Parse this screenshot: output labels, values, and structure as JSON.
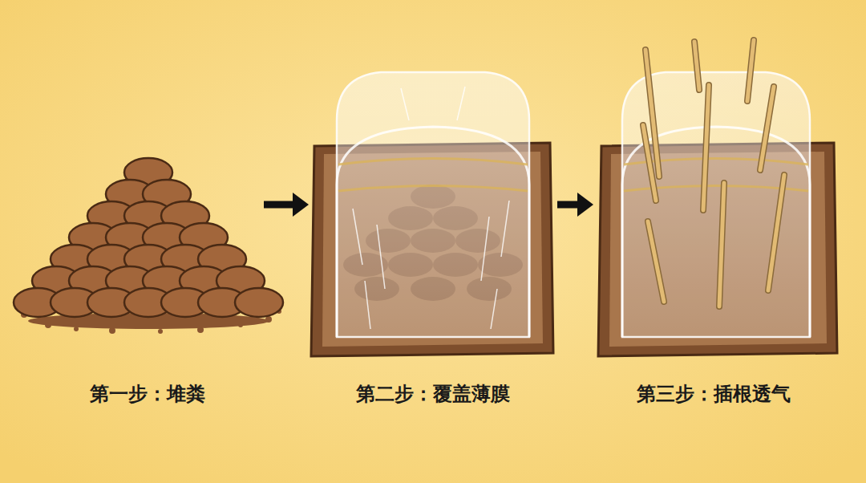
{
  "diagram": {
    "nodes": [
      {
        "text": [
          "第一步：堆粪"
        ]
      },
      {
        "text": [
          "第二步：覆盖薄膜"
        ]
      },
      {
        "text": [
          "第三步：插根透气"
        ]
      }
    ],
    "edges": [
      {
        "from": 0,
        "to": 1,
        "arrow": "to"
      },
      {
        "from": 1,
        "to": 2,
        "arrow": "to"
      }
    ]
  }
}
